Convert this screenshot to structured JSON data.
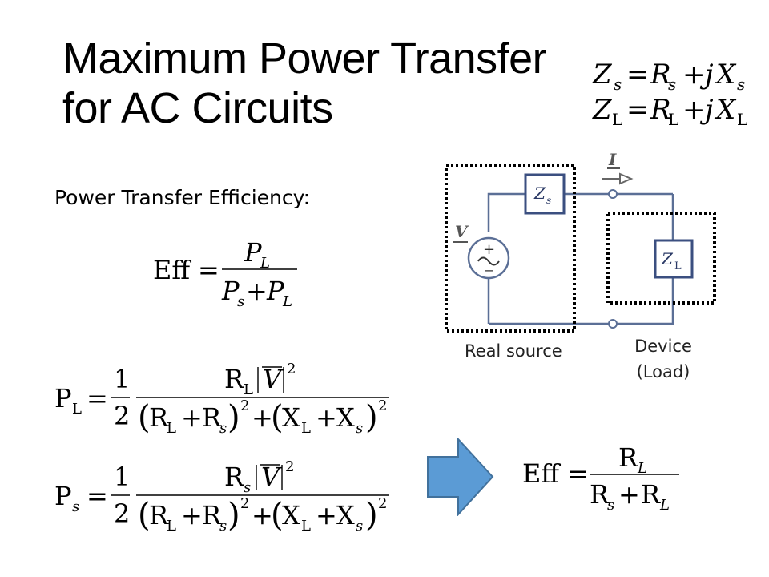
{
  "slide": {
    "title_line1": "Maximum Power Transfer",
    "title_line2": "for AC Circuits",
    "subheading": "Power Transfer Efficiency:"
  },
  "impedances": {
    "zs_sym": "Z",
    "zs_sub": "s",
    "rs_sym": "R",
    "rs_sub": "s",
    "xs_sym": "X",
    "xs_sub": "s",
    "zl_sym": "Z",
    "zl_sub": "L",
    "rl_sym": "R",
    "rl_sub": "L",
    "xl_sym": "X",
    "xl_sub": "L",
    "eq": "=",
    "plus": "+",
    "j": "j"
  },
  "circuit": {
    "current_label": "I",
    "voltage_label": "V",
    "plus_sign": "+",
    "minus_sign": "−",
    "zs_label": "Z",
    "zs_sub": "s",
    "zl_label": "Z",
    "zl_sub": "L",
    "source_caption": "Real source",
    "load_caption_line1": "Device",
    "load_caption_line2": "(Load)"
  },
  "equations": {
    "eff": "Eff",
    "eq": "=",
    "plus": "+",
    "P": "P",
    "L": "L",
    "s": "s",
    "R": "R",
    "X": "X",
    "V": "V",
    "half_num": "1",
    "half_den": "2",
    "sq": "2"
  },
  "colors": {
    "wire": "#5b6f96",
    "box": "#3b4f80",
    "arrow": "#5b9bd5",
    "arrow_border": "#41719c"
  }
}
